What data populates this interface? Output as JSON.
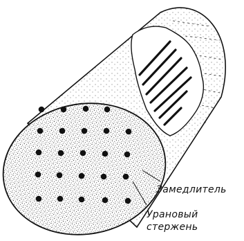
{
  "labels": {
    "moderator": "Замедлитель",
    "rod_line1": "Урановый",
    "rod_line2": "стержень"
  },
  "colors": {
    "ink": "#111111",
    "background": "#ffffff"
  }
}
